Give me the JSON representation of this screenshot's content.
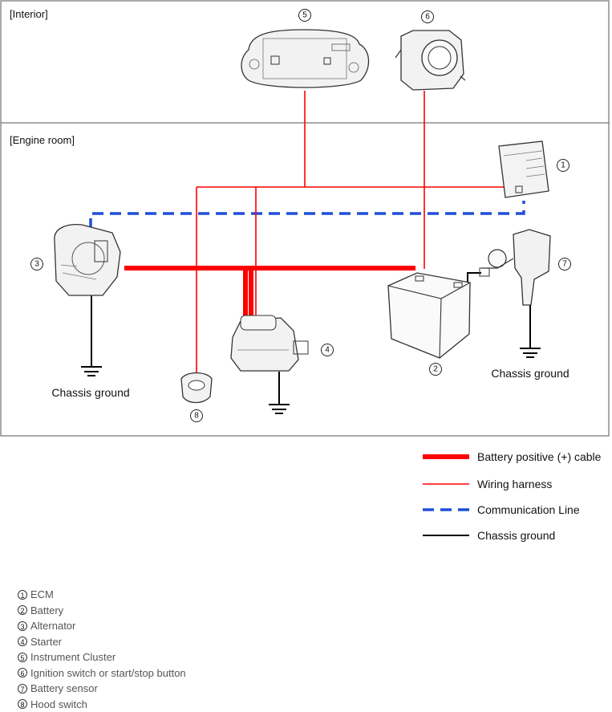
{
  "sections": {
    "interior": "[Interior]",
    "engine_room": "[Engine room]"
  },
  "markers": {
    "m1": "1",
    "m2": "2",
    "m3": "3",
    "m4": "4",
    "m5": "5",
    "m6": "6",
    "m7": "7",
    "m8": "8"
  },
  "ground_labels": {
    "left": "Chassis ground",
    "right": "Chassis ground"
  },
  "legend": [
    {
      "label": "Battery positive (+) cable",
      "color": "#ff0000",
      "style": "thick"
    },
    {
      "label": "Wiring harness",
      "color": "#ff0000",
      "style": "thin"
    },
    {
      "label": "Communication Line",
      "color": "#1f4fd8",
      "style": "dashed"
    },
    {
      "label": "Chassis ground",
      "color": "#000000",
      "style": "solid"
    }
  ],
  "components": [
    {
      "num": "1",
      "label": "ECM"
    },
    {
      "num": "2",
      "label": "Battery"
    },
    {
      "num": "3",
      "label": "Alternator"
    },
    {
      "num": "4",
      "label": "Starter"
    },
    {
      "num": "5",
      "label": "Instrument Cluster"
    },
    {
      "num": "6",
      "label": "Ignition switch or start/stop button"
    },
    {
      "num": "7",
      "label": "Battery sensor"
    },
    {
      "num": "8",
      "label": "Hood switch"
    }
  ]
}
